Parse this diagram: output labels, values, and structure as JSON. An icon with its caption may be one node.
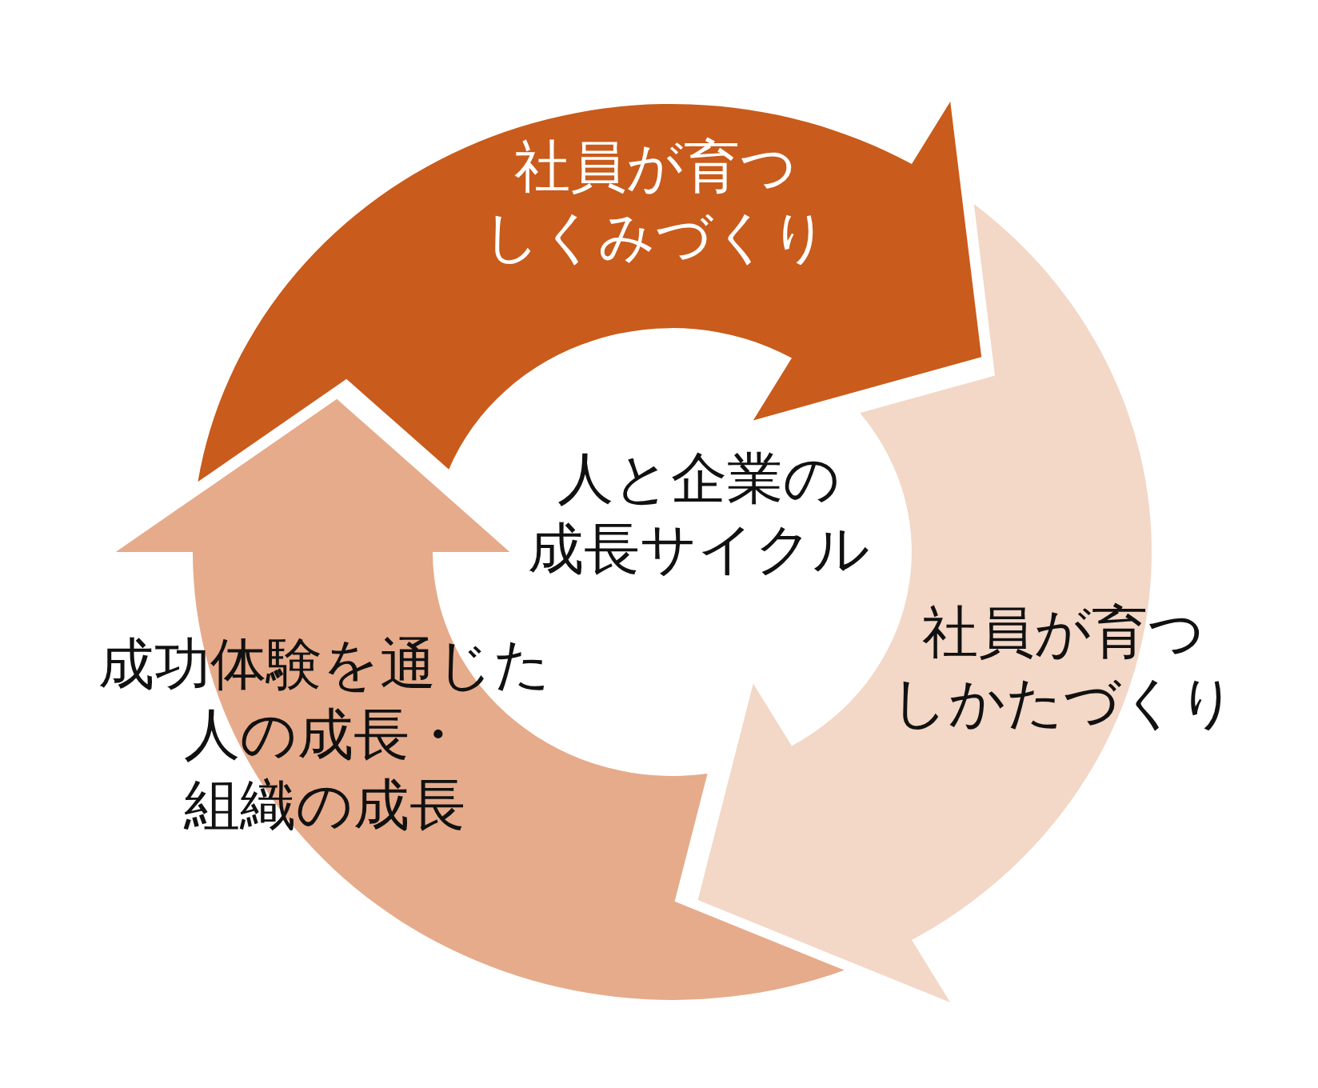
{
  "diagram": {
    "nodes": [
      {
        "text": [
          "社員が育つしくみづくり"
        ]
      },
      {
        "text": [
          "社員が育つしかたづくり"
        ]
      },
      {
        "text": [
          "成功体験を通じた人の成長・組織の成長"
        ]
      }
    ],
    "labels": [
      "人と企業の成長サイクル"
    ]
  }
}
